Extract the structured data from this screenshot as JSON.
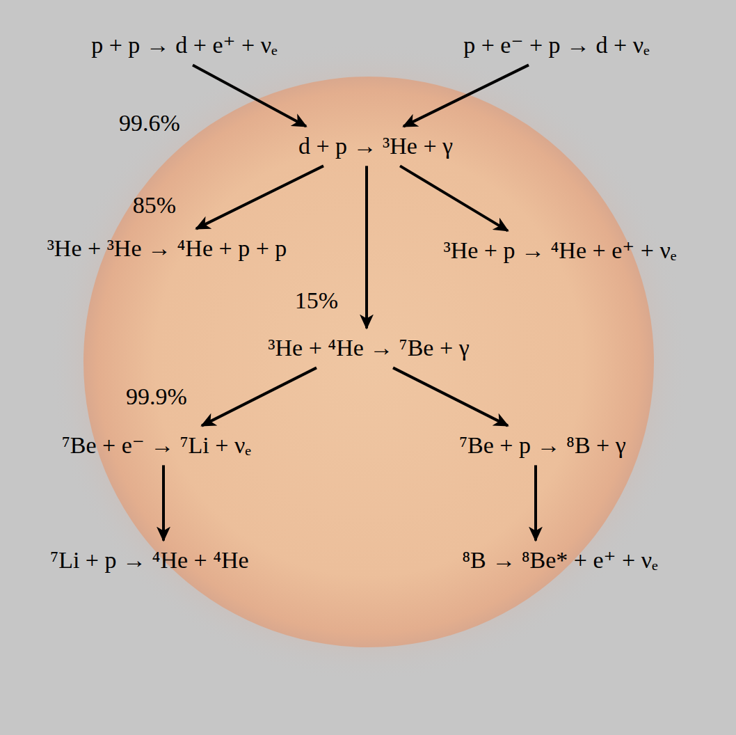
{
  "diagram": {
    "nodes": [
      {
        "text": [
          "p + p → d + e⁺ + νₑ"
        ]
      },
      {
        "text": [
          "p + e⁻ + p → d + νₑ"
        ]
      },
      {
        "text": [
          "d + p → ³He + γ"
        ]
      },
      {
        "text": [
          "³He + ³He → ⁴He + p + p"
        ]
      },
      {
        "text": [
          "³He + p → ⁴He + e⁺ + νₑ"
        ]
      },
      {
        "text": [
          "³He + ⁴He → ⁷Be + γ"
        ]
      },
      {
        "text": [
          "⁷Be + e⁻ → ⁷Li + νₑ"
        ]
      },
      {
        "text": [
          "⁷Be + p → ⁸B + γ"
        ]
      },
      {
        "text": [
          "⁷Li + p → ⁴He + ⁴He"
        ]
      },
      {
        "text": [
          "⁸B → ⁸Be* + e⁺ + νₑ"
        ]
      }
    ],
    "edges": [
      {
        "from": 0,
        "to": 2,
        "label": "99.6%",
        "arrow": "to"
      },
      {
        "from": 1,
        "to": 2,
        "arrow": "to"
      },
      {
        "from": 2,
        "to": 3,
        "label": "85%",
        "arrow": "to"
      },
      {
        "from": 2,
        "to": 5,
        "label": "15%",
        "arrow": "to"
      },
      {
        "from": 2,
        "to": 4,
        "arrow": "to"
      },
      {
        "from": 5,
        "to": 6,
        "label": "99.9%",
        "arrow": "to"
      },
      {
        "from": 5,
        "to": 7,
        "arrow": "to"
      },
      {
        "from": 6,
        "to": 8,
        "arrow": "to"
      },
      {
        "from": 7,
        "to": 9,
        "arrow": "to"
      }
    ]
  }
}
